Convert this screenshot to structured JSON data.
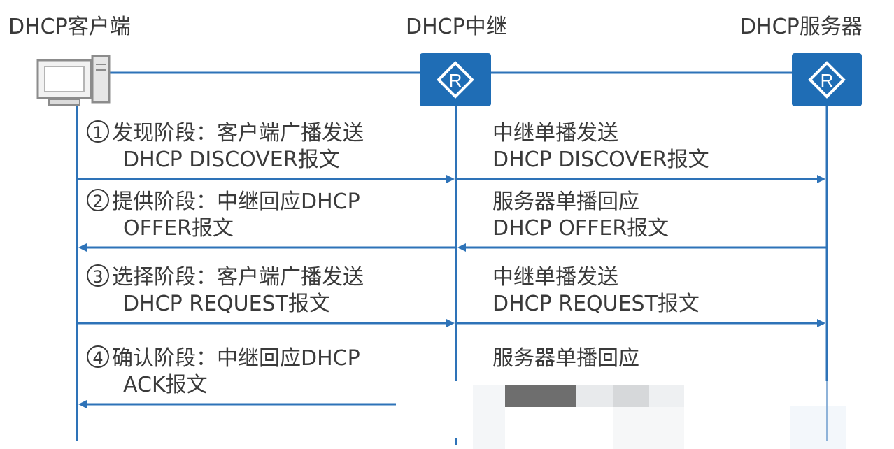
{
  "nodes": {
    "client": "DHCP客户端",
    "relay": "DHCP中继",
    "server": "DHCP服务器"
  },
  "relay_icon_letter": "R",
  "server_icon_letter": "R",
  "colors": {
    "line": "#2e73b8",
    "router_fill": "#1f6db5",
    "text": "#3a3a3a"
  },
  "steps": [
    {
      "num": "1",
      "left_line1": "发现阶段：客户端广播发送",
      "left_line2": "DHCP DISCOVER报文",
      "right_line1": "中继单播发送",
      "right_line2": "DHCP DISCOVER报文"
    },
    {
      "num": "2",
      "left_line1": "提供阶段：中继回应DHCP",
      "left_line2": "OFFER报文",
      "right_line1": "服务器单播回应",
      "right_line2": "DHCP OFFER报文"
    },
    {
      "num": "3",
      "left_line1": "选择阶段：客户端广播发送",
      "left_line2": "DHCP REQUEST报文",
      "right_line1": "中继单播发送",
      "right_line2": "DHCP REQUEST报文"
    },
    {
      "num": "4",
      "left_line1": "确认阶段：中继回应DHCP",
      "left_line2": "ACK报文",
      "right_line1": "服务器单播回应",
      "right_line2": ""
    }
  ]
}
